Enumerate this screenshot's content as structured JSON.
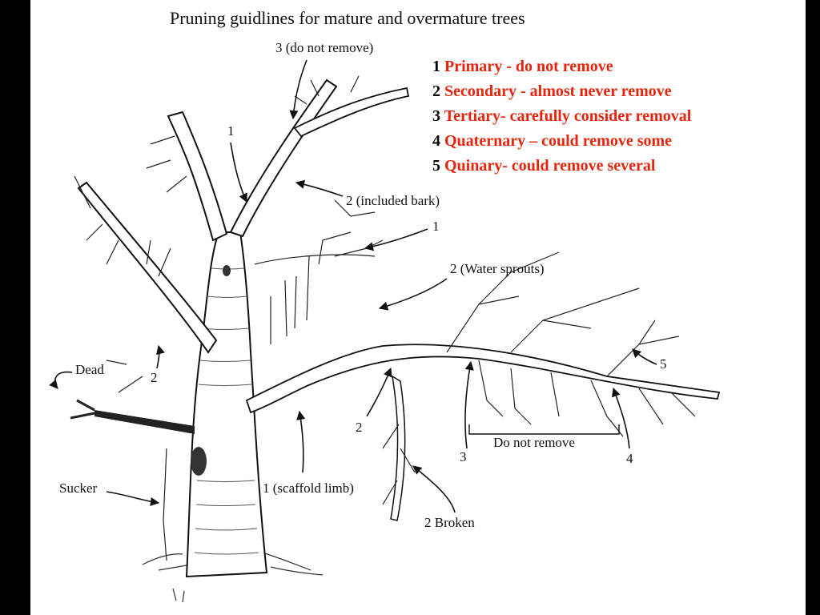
{
  "title": "Pruning guidlines for mature and overmature trees",
  "legend": [
    {
      "num": "1",
      "text": "Primary - do not remove"
    },
    {
      "num": "2",
      "text": "Secondary - almost never remove"
    },
    {
      "num": "3",
      "text": "Tertiary- carefully consider removal"
    },
    {
      "num": "4",
      "text": "Quaternary – could remove some"
    },
    {
      "num": "5",
      "text": "Quinary- could remove several"
    }
  ],
  "labels": {
    "do_not_remove_3": "3 (do not remove)",
    "one_trunk": "1",
    "included_bark": "2 (included bark)",
    "one_branch": "1",
    "water_sprouts": "2 (Water sprouts)",
    "dead": "Dead",
    "two_left": "2",
    "sucker": "Sucker",
    "scaffold_limb": "1 (scaffold limb)",
    "two_mid": "2",
    "broken": "2 Broken",
    "three_bottom": "3",
    "do_not_remove": "Do not remove",
    "four_bottom": "4",
    "five": "5"
  },
  "colors": {
    "legend_text": "#e8250c",
    "legend_number": "#000000",
    "background": "#ffffff",
    "frame": "#000000"
  }
}
